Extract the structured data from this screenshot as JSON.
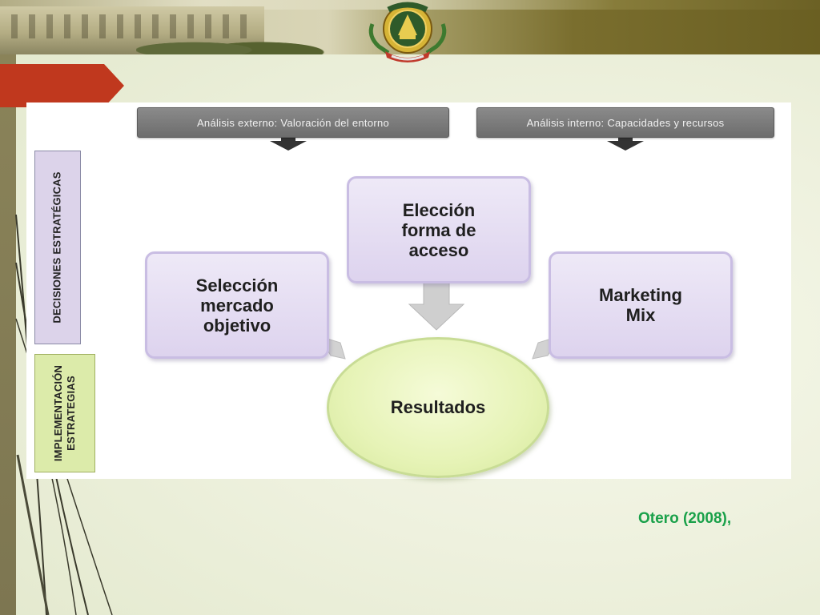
{
  "diagram": {
    "top_boxes": {
      "external": "Análisis externo: Valoración del entorno",
      "internal": "Análisis interno: Capacidades y recursos"
    },
    "side_labels": {
      "decisions": "DECISIONES ESTRATÉGICAS",
      "implementation_line1": "IMPLEMENTACIÓN",
      "implementation_line2": "ESTRATEGIAS"
    },
    "nodes": {
      "selection": "Selección\nmercado\nobjetivo",
      "access": "Elección\nforma de\nacceso",
      "marketing": "Marketing\nMix",
      "results": "Resultados"
    }
  },
  "citation": "Otero (2008),",
  "colors": {
    "citation": "#1aa14a",
    "accent_red": "#c0381e",
    "node_fill": "#e6def2",
    "result_fill": "#e6f3b6"
  },
  "icons": [
    "seal-icon",
    "arrow-down-icon",
    "arrow-right-icon"
  ]
}
